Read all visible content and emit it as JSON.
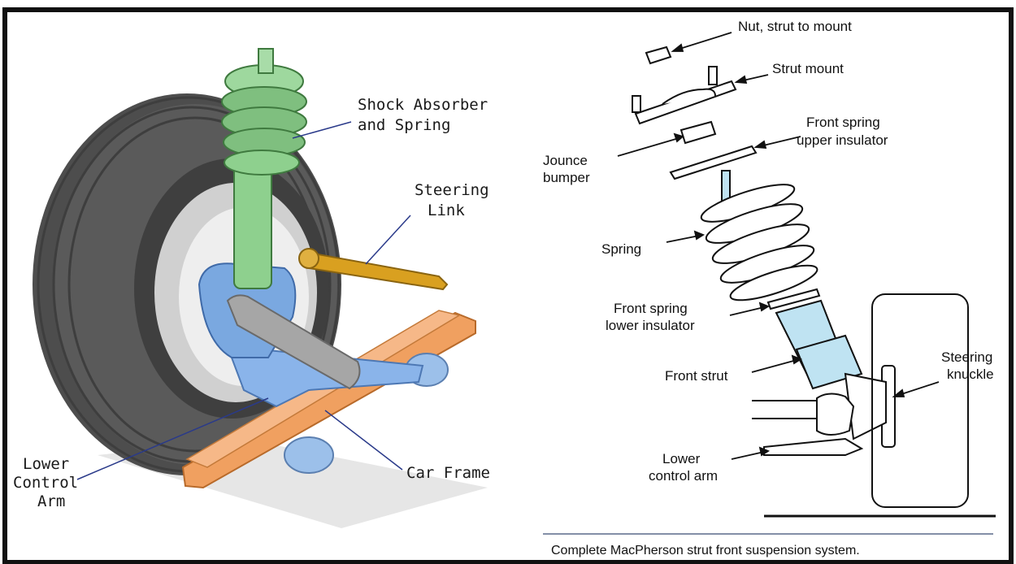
{
  "left_diagram": {
    "labels": {
      "shock_line1": "Shock Absorber",
      "shock_line2": "and Spring",
      "steering_line1": "Steering",
      "steering_line2": "Link",
      "lower_line1": "Lower",
      "lower_line2": "Control",
      "lower_line3": "Arm",
      "frame": "Car Frame"
    },
    "colors": {
      "tire": "#4a4a4a",
      "spring": "#7fbf7f",
      "hub": "#7aa8e0",
      "steering_link": "#d9a020",
      "frame": "#e8904a",
      "shaft": "#9a9a9a"
    }
  },
  "right_diagram": {
    "labels": {
      "nut": "Nut, strut to mount",
      "strut_mount": "Strut mount",
      "fsui_line1": "Front spring",
      "fsui_line2": "upper insulator",
      "jounce_line1": "Jounce",
      "jounce_line2": "bumper",
      "spring": "Spring",
      "fsli_line1": "Front spring",
      "fsli_line2": "lower insulator",
      "front_strut": "Front strut",
      "sk_line1": "Steering",
      "sk_line2": "knuckle",
      "lca_line1": "Lower",
      "lca_line2": "control arm"
    },
    "caption": "Complete MacPherson strut front suspension system.",
    "colors": {
      "strut": "#bfe3f2"
    }
  }
}
